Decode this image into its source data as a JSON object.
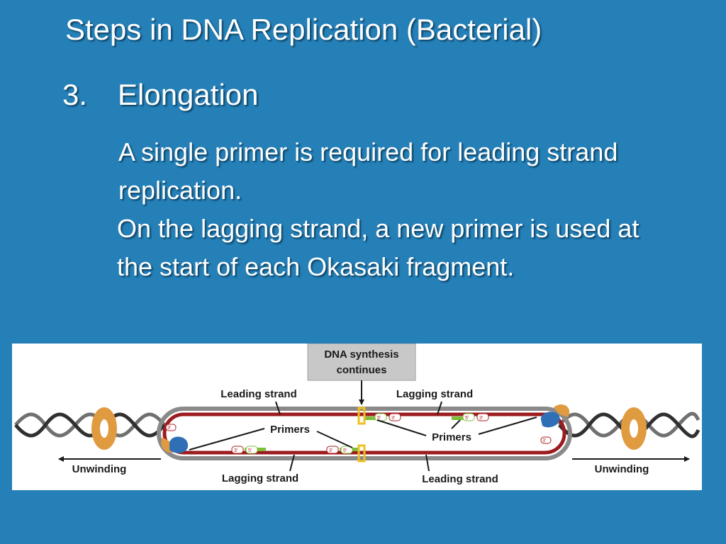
{
  "slide": {
    "title": "Steps in DNA Replication (Bacterial)",
    "step_number": "3.",
    "step_title": "Elongation",
    "paragraph_1": "A single primer is required for leading strand replication.",
    "paragraph_2": "On the lagging strand, a new primer is used at the start of each Okasaki fragment."
  },
  "diagram": {
    "synthesis_box_line1": "DNA synthesis",
    "synthesis_box_line2": "continues",
    "leading_strand_top": "Leading strand",
    "lagging_strand_top": "Lagging strand",
    "primers_left": "Primers",
    "primers_right": "Primers",
    "lagging_strand_bottom": "Lagging strand",
    "leading_strand_bottom": "Leading strand",
    "unwinding_left": "Unwinding",
    "unwinding_right": "Unwinding",
    "end_3": "3'",
    "end_5": "5'",
    "colors": {
      "background": "#2580b8",
      "new_strand": "#9b1b1f",
      "template_strand": "#505050",
      "primer": "#7cbf3a",
      "helicase": "#e09a40",
      "polymerase": "#2f6fb5",
      "origin_marker": "#f0c020",
      "label_box": "#c8c8c8"
    }
  }
}
